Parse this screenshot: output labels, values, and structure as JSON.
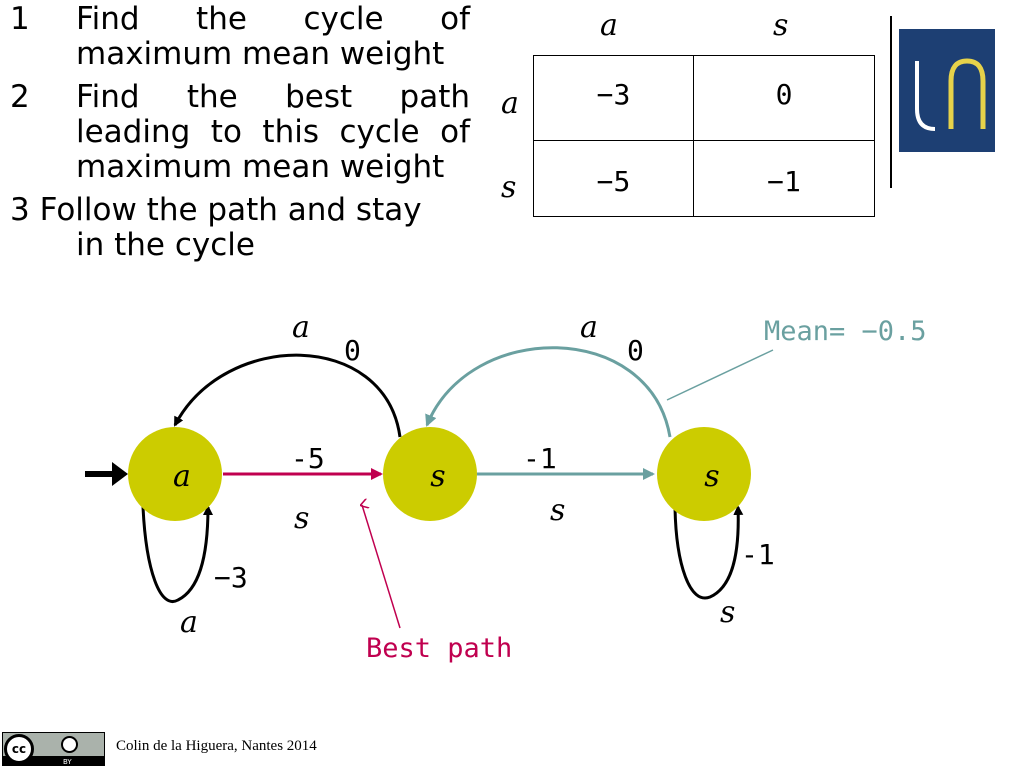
{
  "steps": [
    {
      "num": "1",
      "text": "Find the cycle of maximum mean weight"
    },
    {
      "num": "2",
      "text": "Find the best path leading to this cycle of maximum mean weight"
    },
    {
      "num": "3",
      "line1": "Follow the path and stay",
      "line2": "in the cycle"
    }
  ],
  "table": {
    "col_headers": [
      "a",
      "s"
    ],
    "row_headers": [
      "a",
      "s"
    ],
    "cells": [
      [
        "−3",
        "0"
      ],
      [
        "−5",
        "−1"
      ]
    ]
  },
  "diagram": {
    "nodes": [
      {
        "label": "a",
        "initial": true
      },
      {
        "label": "s"
      },
      {
        "label": "s"
      }
    ],
    "edges": {
      "loop_a_label": "a",
      "loop_a_weight": "−3",
      "a_to_s_label": "s",
      "a_to_s_weight": "-5",
      "back_arc1_label": "a",
      "back_arc1_weight": "0",
      "s_to_s_label": "s",
      "s_to_s_weight": "-1",
      "back_arc2_label": "a",
      "back_arc2_weight": "0",
      "loop_s_label": "s",
      "loop_s_weight": "-1"
    },
    "annotations": {
      "mean": "Mean= −0.5",
      "best_path": "Best path"
    },
    "colors": {
      "node_fill": "#cccc00",
      "best_path": "#c0004f",
      "mean_cycle": "#6aa0a0",
      "black": "#000000"
    }
  },
  "footer": {
    "cc_text": "cc",
    "by_text": "BY",
    "credit": "Colin de la Higuera, Nantes 2014"
  }
}
